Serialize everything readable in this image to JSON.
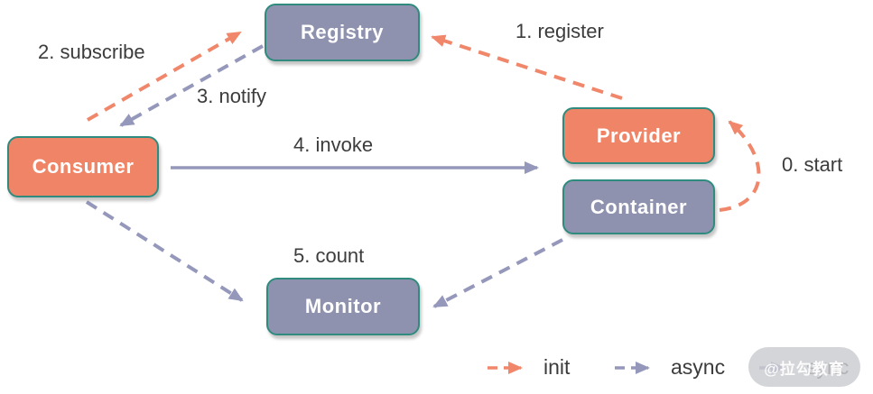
{
  "nodes": {
    "registry": {
      "label": "Registry",
      "fill": "#8E92AE"
    },
    "provider": {
      "label": "Provider",
      "fill": "#EF8467"
    },
    "container": {
      "label": "Container",
      "fill": "#8E92AE"
    },
    "consumer": {
      "label": "Consumer",
      "fill": "#EF8467"
    },
    "monitor": {
      "label": "Monitor",
      "fill": "#8E92AE"
    }
  },
  "edges": {
    "start": "0. start",
    "register": "1. register",
    "subscribe": "2. subscribe",
    "notify": "3. notify",
    "invoke": "4. invoke",
    "count": "5. count"
  },
  "legend": {
    "init": "init",
    "async": "async",
    "sync": "sync"
  },
  "watermark": {
    "text": "@拉勾教育"
  },
  "colors": {
    "node_border": "#2F8B7E",
    "node_orange": "#EF8467",
    "node_purple": "#8E92AE",
    "arrow_orange": "#F0866A",
    "arrow_purple": "#9598BB",
    "label_text": "#3C3C3C",
    "watermark_bg": "#CBCCD1"
  }
}
